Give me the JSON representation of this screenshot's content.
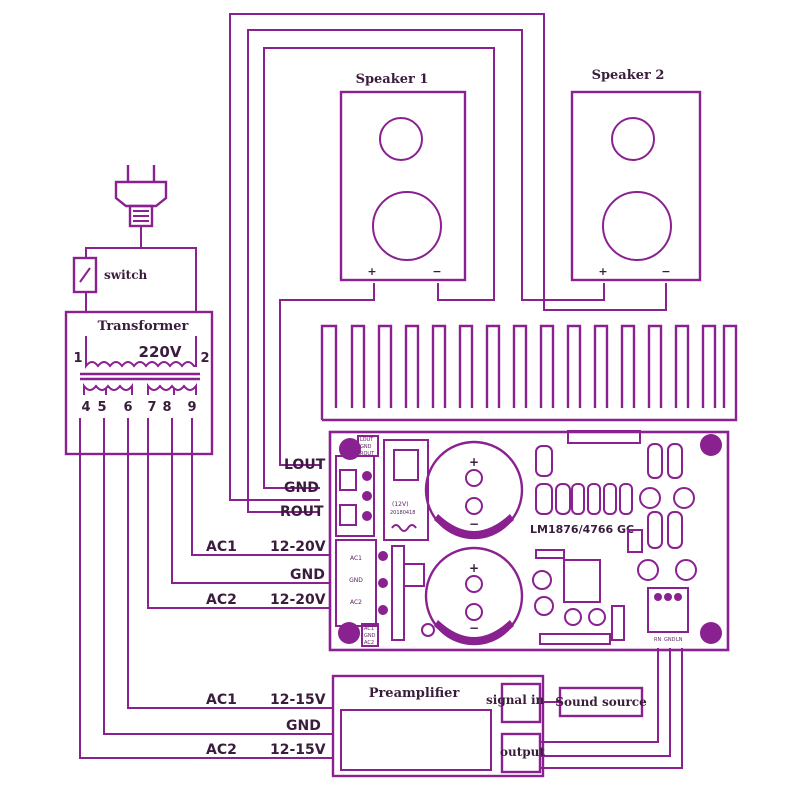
{
  "speakers": [
    {
      "name": "Speaker 1",
      "plus": "+",
      "minus": "−"
    },
    {
      "name": "Speaker 2",
      "plus": "+",
      "minus": "−"
    }
  ],
  "power_switch": {
    "label": "switch"
  },
  "transformer": {
    "label": "Transformer",
    "voltage": "220V",
    "pins_primary": [
      "1",
      "2"
    ],
    "pins_secondary": [
      "4",
      "5",
      "6",
      "7",
      "8",
      "9"
    ]
  },
  "board": {
    "title": "LM1876/4766 GC",
    "output_labels": [
      "LOUT",
      "GND",
      "ROUT"
    ],
    "power_labels": [
      {
        "name": "AC1",
        "volt": "12-20V"
      },
      {
        "name": "GND",
        "volt": ""
      },
      {
        "name": "AC2",
        "volt": "12-20V"
      }
    ],
    "conn_top": [
      "LOUT",
      "GND",
      "ROUT"
    ],
    "conn_bottom": [
      "AC1",
      "GND",
      "AC2"
    ],
    "conn_side": [
      "AC1",
      "GND",
      "AC2"
    ],
    "conn_input": [
      "RN",
      "GND",
      "LN"
    ],
    "reg_label": "(12V)",
    "reg_date": "20180418",
    "cap_plus": "+",
    "cap_minus": "−"
  },
  "preamp": {
    "title": "Preamplifier",
    "power_labels": [
      {
        "name": "AC1",
        "volt": "12-15V"
      },
      {
        "name": "GND",
        "volt": ""
      },
      {
        "name": "AC2",
        "volt": "12-15V"
      }
    ],
    "signal_in": "signal in",
    "output": "output"
  },
  "sound_source": {
    "label": "Sound source"
  },
  "colors": {
    "line": "#8a2190",
    "text": "#3a1d3c"
  }
}
